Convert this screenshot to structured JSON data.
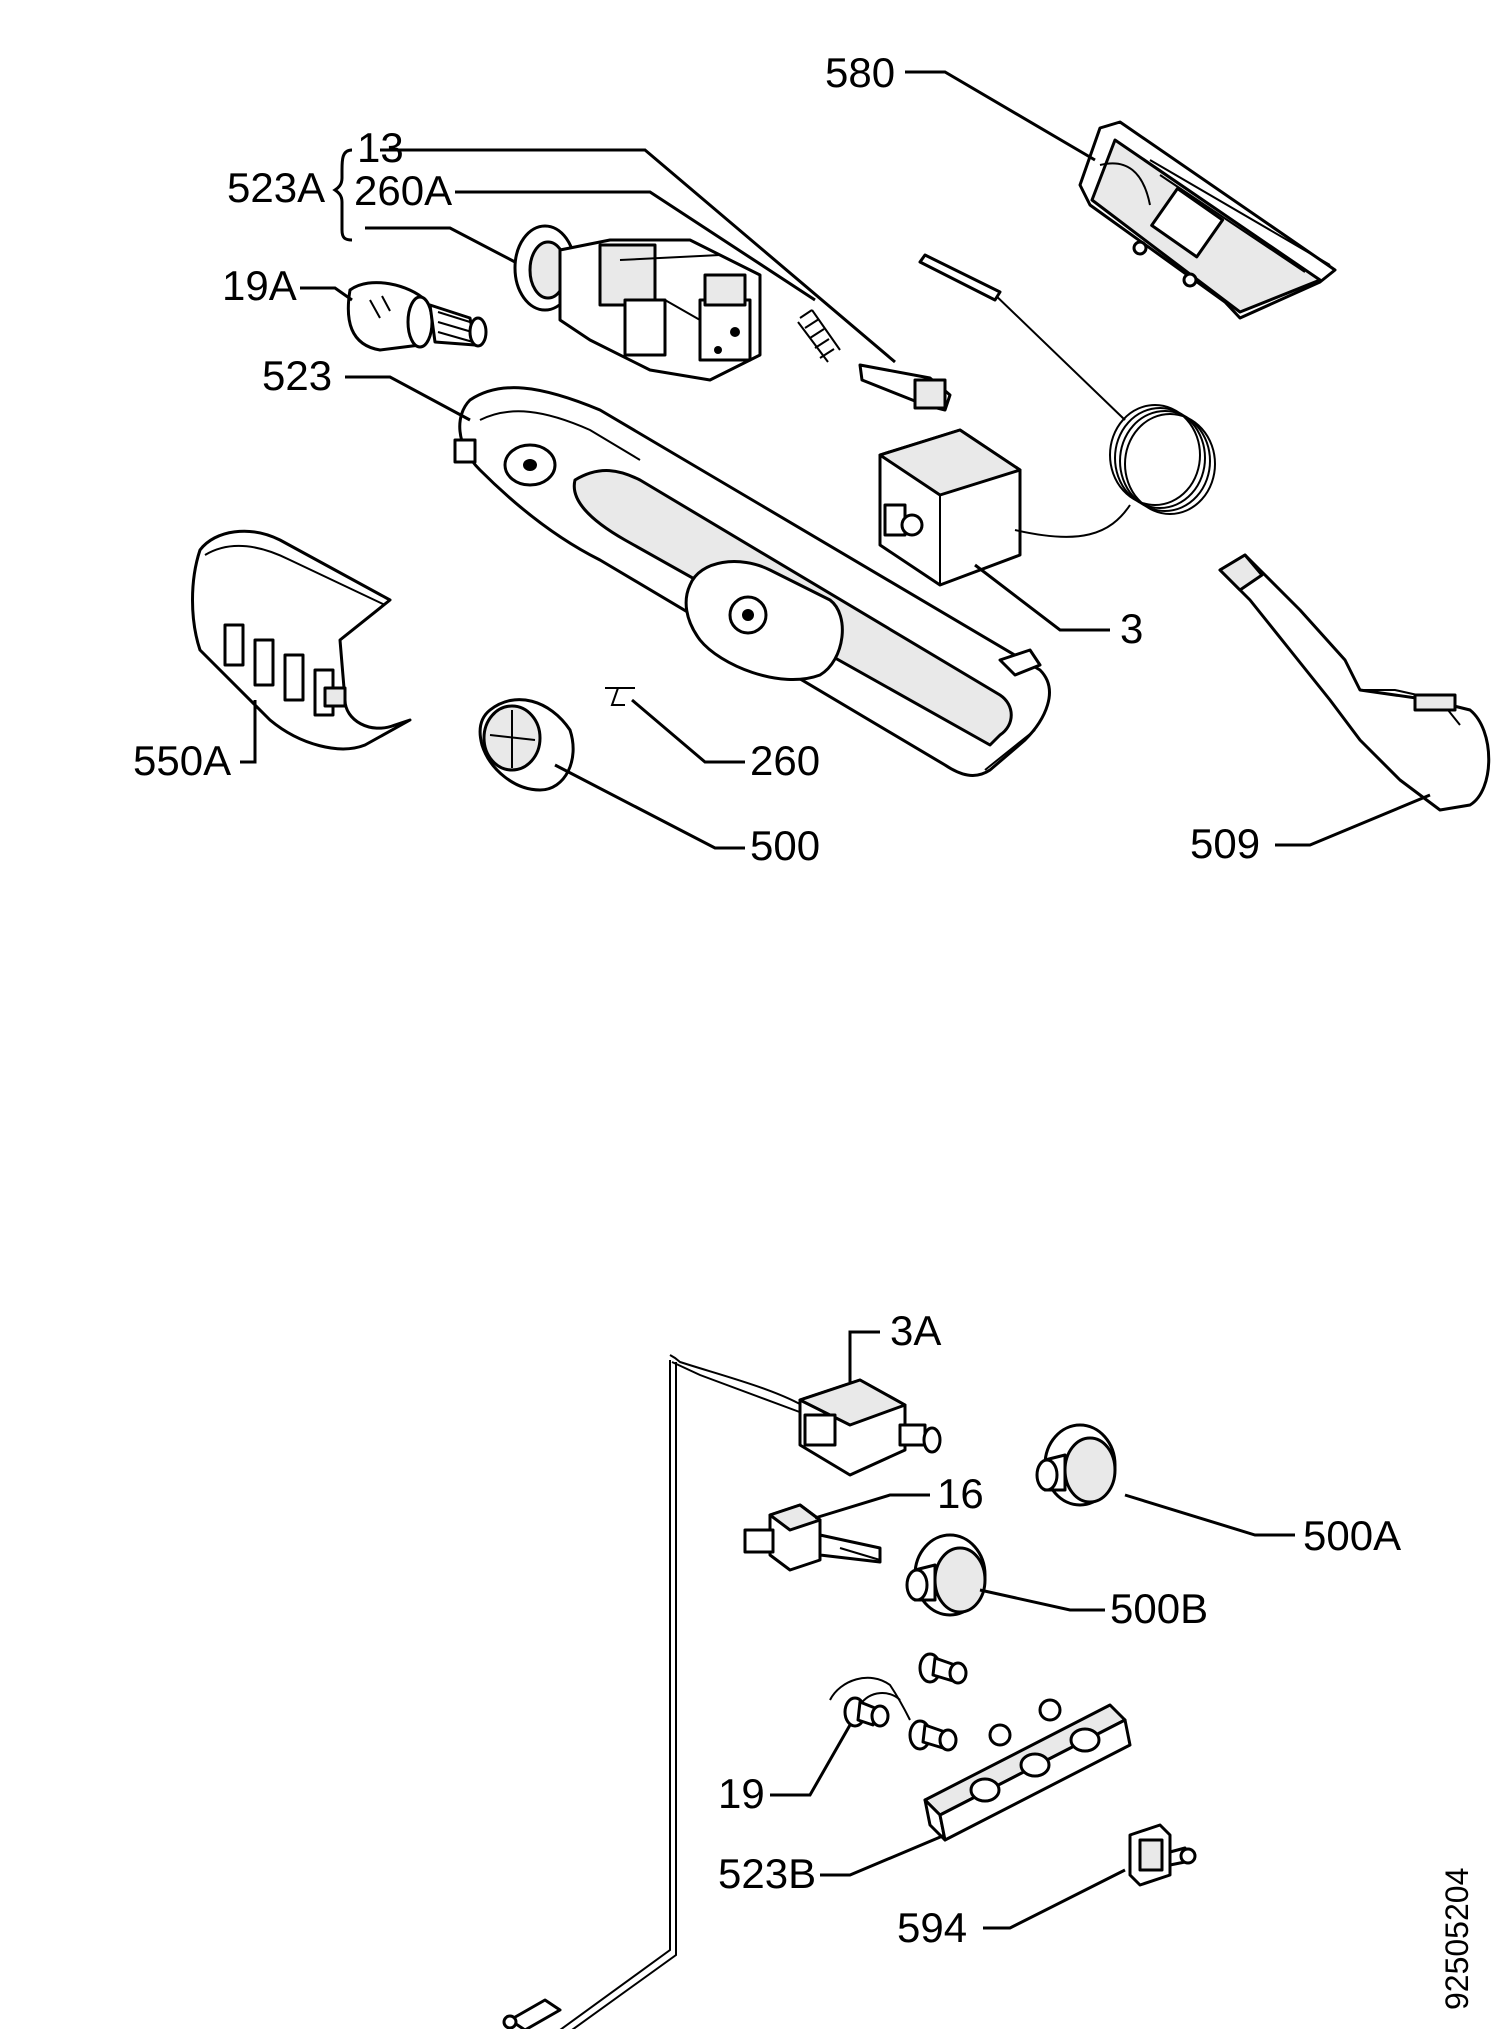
{
  "diagram": {
    "doc_code": "92505204",
    "callouts": {
      "c580": "580",
      "c523A": "523A",
      "c13": "13",
      "c260A": "260A",
      "c19A": "19A",
      "c523": "523",
      "c3": "3",
      "c550A": "550A",
      "c260": "260",
      "c500": "500",
      "c509": "509",
      "c3A": "3A",
      "c16": "16",
      "c500A": "500A",
      "c500B": "500B",
      "c19": "19",
      "c523B": "523B",
      "c594": "594"
    }
  }
}
